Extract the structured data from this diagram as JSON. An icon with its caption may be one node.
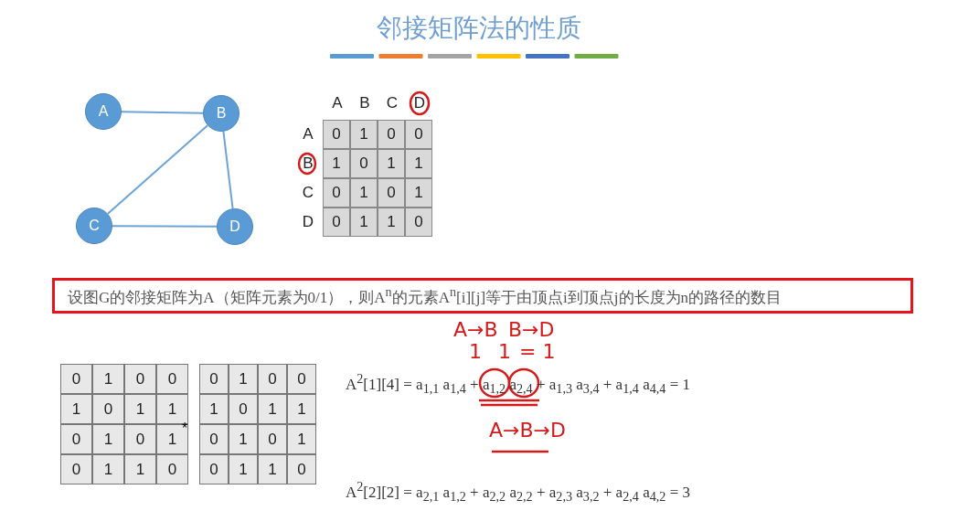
{
  "diagram": {
    "title": "邻接矩阵法的性质",
    "nodes": [
      {
        "text": [
          "A"
        ]
      },
      {
        "text": [
          "B"
        ]
      },
      {
        "text": [
          "C"
        ]
      },
      {
        "text": [
          "D"
        ]
      },
      {
        "text": [
          "设图G的邻接矩阵为A（矩阵元素为0/1），则A$^{n}$的元素A$^{n}$[i][j]等于由顶点i到顶点j的长度为n的路径的数目"
        ]
      }
    ],
    "edges": [
      {
        "from": 0,
        "to": 1,
        "arrow": "none"
      },
      {
        "from": 1,
        "to": 2,
        "arrow": "none"
      },
      {
        "from": 1,
        "to": 3,
        "arrow": "none"
      },
      {
        "from": 2,
        "to": 3,
        "arrow": "none"
      }
    ],
    "labels": [
      "A",
      "B",
      "C",
      "D",
      "A",
      "0",
      "1",
      "0",
      "0",
      "B",
      "1",
      "0",
      "1",
      "1",
      "C",
      "0",
      "1",
      "0",
      "1",
      "D",
      "0",
      "1",
      "1",
      "0",
      "A→B",
      "B→D",
      "1",
      "1",
      "= 1",
      "0",
      "1",
      "0",
      "0",
      "1",
      "0",
      "1",
      "1",
      "0",
      "1",
      "0",
      "1",
      "0",
      "1",
      "1",
      "0",
      "*",
      "0",
      "1",
      "0",
      "0",
      "1",
      "0",
      "1",
      "1",
      "0",
      "1",
      "0",
      "1",
      "0",
      "1",
      "1",
      "0",
      "A$^{2}$[1][4] = a$_{1,1}$ a$_{1,4}$ + a$_{1,2}$ a$_{2,4}$ + a$_{1,3}$ a$_{3,4}$ + a$_{1,4}$ a$_{4,4}$ = 1",
      "A→B→D",
      "A$^{2}$[2][2] = a$_{2,1}$ a$_{1,2}$ + a$_{2,2}$ a$_{2,2}$ + a$_{2,3}$ a$_{3,2}$ + a$_{2,4}$ a$_{4,2}$ = 3"
    ]
  }
}
